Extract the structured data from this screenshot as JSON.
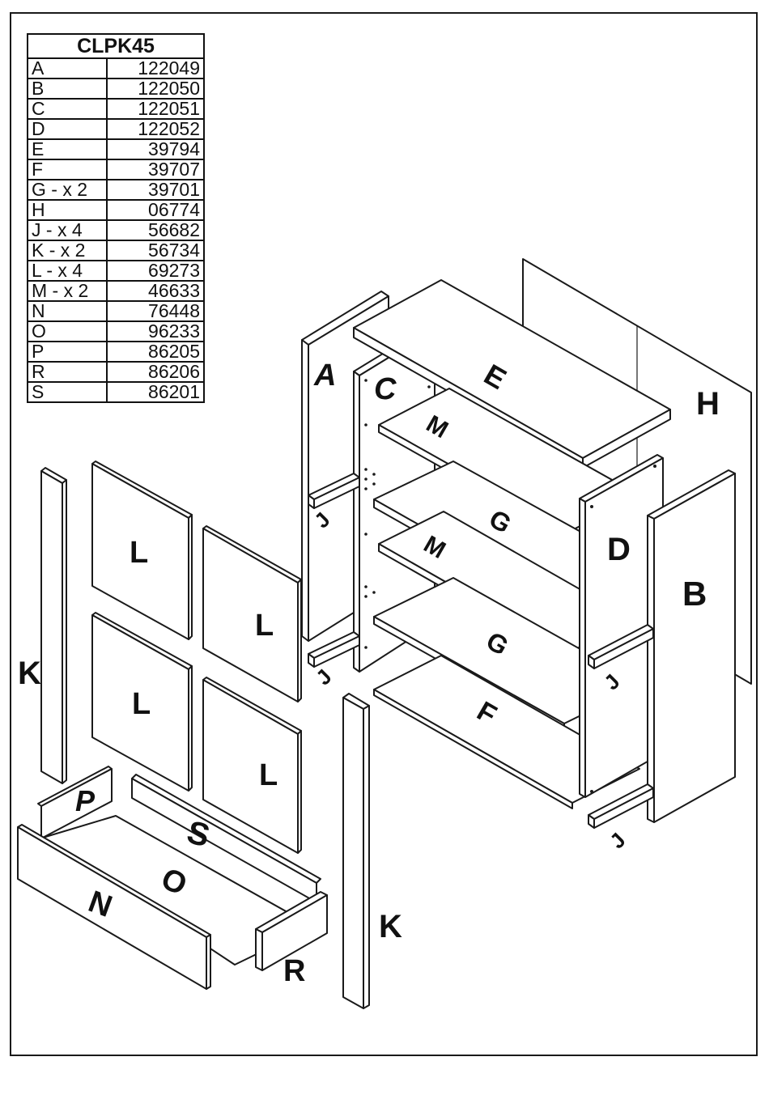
{
  "table": {
    "title": "CLPK45",
    "rows": [
      {
        "part": "A",
        "code": "122049"
      },
      {
        "part": "B",
        "code": "122050"
      },
      {
        "part": "C",
        "code": "122051"
      },
      {
        "part": "D",
        "code": "122052"
      },
      {
        "part": "E",
        "code": "39794"
      },
      {
        "part": "F",
        "code": "39707"
      },
      {
        "part": "G - x 2",
        "code": "39701"
      },
      {
        "part": "H",
        "code": "06774"
      },
      {
        "part": "J - x 4",
        "code": "56682"
      },
      {
        "part": "K - x 2",
        "code": "56734"
      },
      {
        "part": "L - x 4",
        "code": "69273"
      },
      {
        "part": "M - x 2",
        "code": "46633"
      },
      {
        "part": "N",
        "code": "76448"
      },
      {
        "part": "O",
        "code": "96233"
      },
      {
        "part": "P",
        "code": "86205"
      },
      {
        "part": "R",
        "code": "86206"
      },
      {
        "part": "S",
        "code": "86201"
      }
    ]
  },
  "labels": {
    "A": "A",
    "B": "B",
    "C": "C",
    "D": "D",
    "E": "E",
    "F": "F",
    "G1": "G",
    "G2": "G",
    "H": "H",
    "J1": "J",
    "J2": "J",
    "J3": "J",
    "J4": "J",
    "K1": "K",
    "K2": "K",
    "L1": "L",
    "L2": "L",
    "L3": "L",
    "L4": "L",
    "M1": "M",
    "M2": "M",
    "N": "N",
    "O": "O",
    "P": "P",
    "R": "R",
    "S": "S"
  },
  "colors": {
    "line": "#1a1a1a",
    "panel": "#ffffff"
  }
}
